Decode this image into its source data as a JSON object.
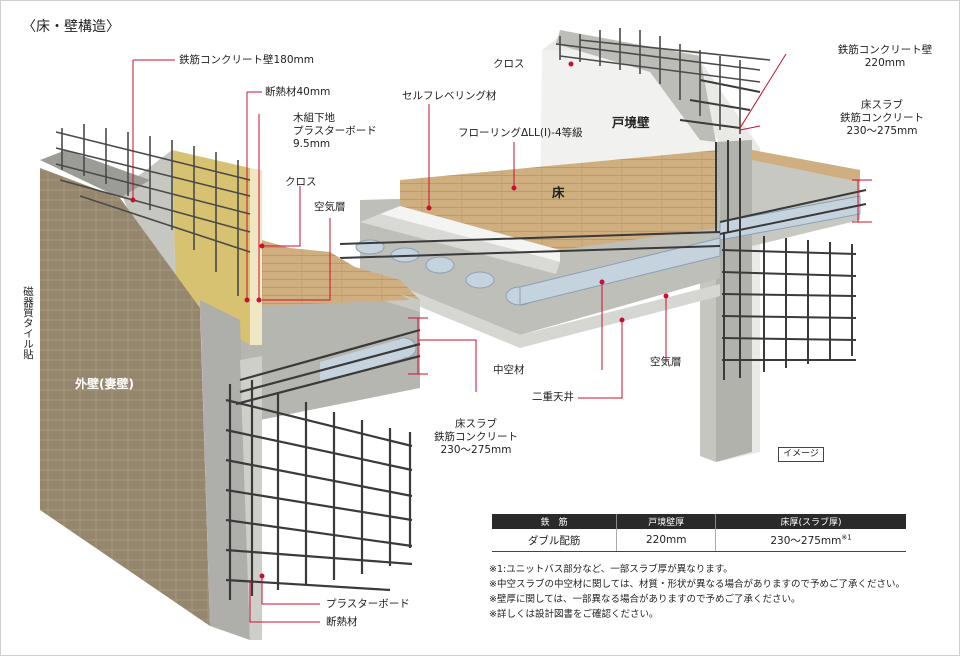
{
  "title": "〈床・壁構造〉",
  "tile_label": "磁器質タイル貼",
  "labels": {
    "wall_180": "鉄筋コンクリート壁180mm",
    "insulation_40": "断熱材40mm",
    "wood_frame_line1": "木組下地",
    "wood_frame_line2": "プラスターボード",
    "wood_frame_line3": "9.5mm",
    "cloth_left": "クロス",
    "air_left": "空気層",
    "self_leveling": "セルフレベリング材",
    "flooring": "フローリングΔLL(Ⅰ)-4等級",
    "cloth_top": "クロス",
    "party_wall_name": "戸境壁",
    "floor_name": "床",
    "wall_220_line1": "鉄筋コンクリート壁",
    "wall_220_line2": "220mm",
    "slab_right_line1": "床スラブ",
    "slab_right_line2": "鉄筋コンクリート",
    "slab_right_line3": "230～275mm",
    "hollow": "中空材",
    "air_right": "空気層",
    "double_ceiling": "二重天井",
    "slab_left_line1": "床スラブ",
    "slab_left_line2": "鉄筋コンクリート",
    "slab_left_line3": "230～275mm",
    "exterior_wall": "外壁(妻壁)",
    "plasterboard": "プラスターボード",
    "insulation": "断熱材",
    "image_tag": "イメージ"
  },
  "table": {
    "headers": [
      "鉄　筋",
      "戸境壁厚",
      "床厚(スラブ厚)"
    ],
    "row": [
      "ダブル配筋",
      "220mm",
      "230～275mm"
    ],
    "row_note": "※1"
  },
  "notes": [
    "※1:ユニットバス部分など、一部スラブ厚が異なります。",
    "※中空スラブの中空材に関しては、材質・形状が異なる場合がありますので予めご了承ください。",
    "※壁厚に関しては、一部異なる場合がありますので予めご了承ください。",
    "※詳しくは設計図書をご確認ください。"
  ],
  "colors": {
    "leader_red": "#c8102e",
    "concrete": "#b9b9b5",
    "concrete_dark": "#8f8f8b",
    "tile": "#9a8c74",
    "floor_wood": "#c9a77a",
    "insulation": "#d6c270",
    "rebar": "#3a3a3a",
    "hollow_tube": "#c5d3df",
    "table_header": "#2a2a2a"
  }
}
